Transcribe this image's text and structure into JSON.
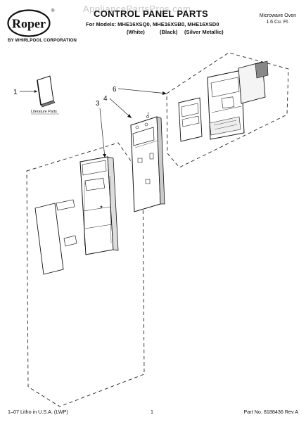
{
  "header": {
    "brand": "Roper",
    "brand_tagline": "BY WHIRLPOOL CORPORATION",
    "watermark": "AppliancePartsPros.com",
    "title": "CONTROL PANEL PARTS",
    "models_line": "For Models: MHE16XSQ0, MHE16XSB0, MHE16XSD0",
    "variants": [
      "(White)",
      "(Black)",
      "(Silver Metallic)"
    ],
    "product_type": "Microwave Oven",
    "product_size": "1.6 Cu. Ft."
  },
  "diagram": {
    "callouts": [
      "1",
      "3",
      "4",
      "6"
    ],
    "literature_label": "Literature Parts"
  },
  "footer": {
    "left": "1–07 Litho in U.S.A. (LWP)",
    "page": "1",
    "part_number": "Part No. 8188436 Rev A"
  }
}
